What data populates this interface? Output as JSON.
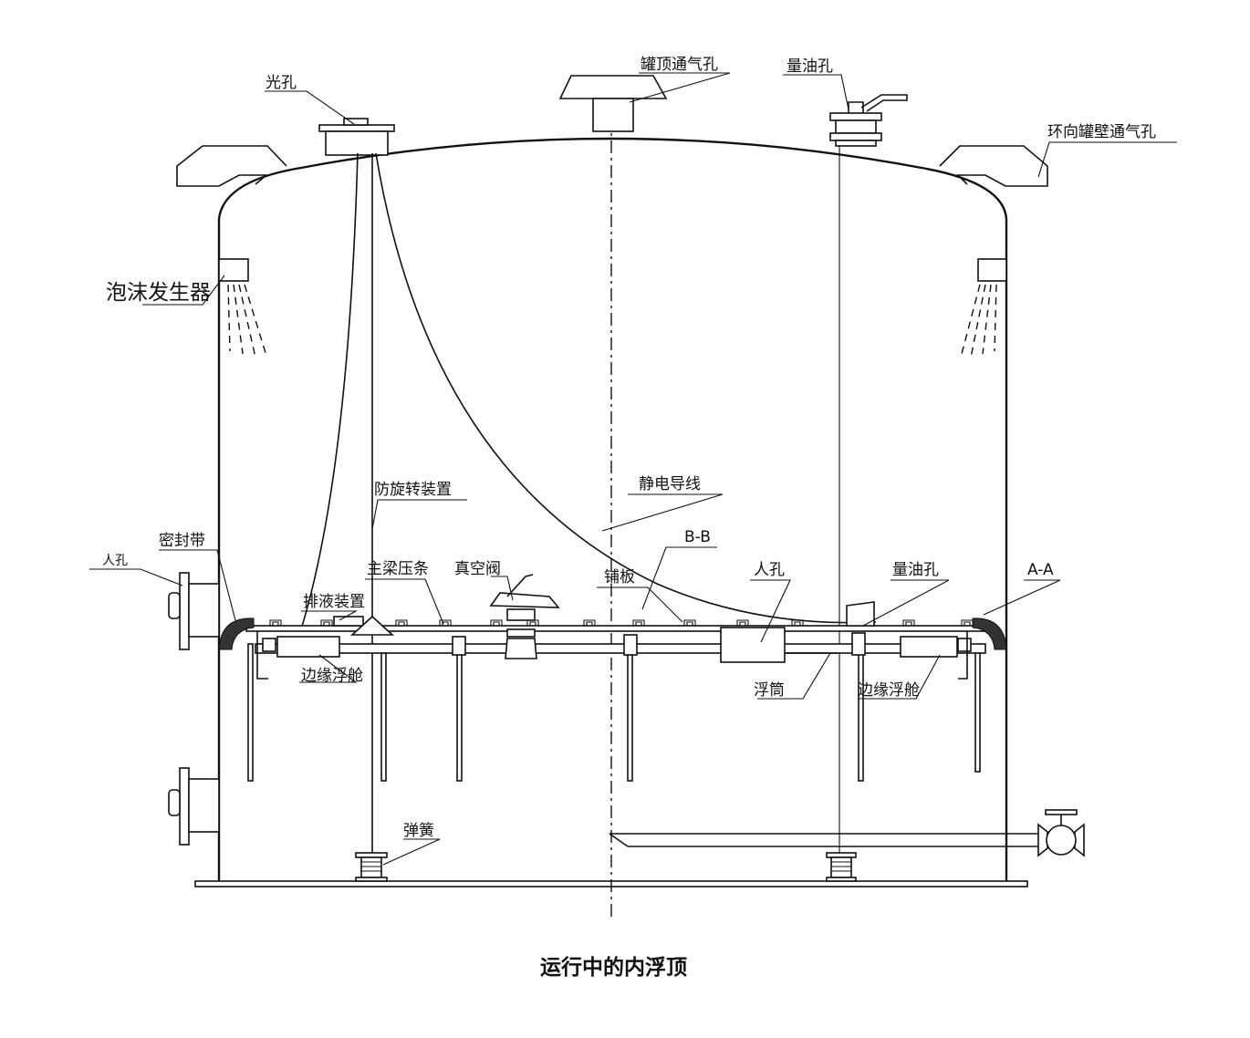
{
  "caption": "运行中的内浮顶",
  "labels": {
    "light_hole": "光孔",
    "roof_vent": "罐顶通气孔",
    "gauge_hole_top": "量油孔",
    "ring_vent": "环向罐壁通气孔",
    "foam_generator": "泡沫发生器",
    "anti_rotation": "防旋转装置",
    "static_wire": "静电导线",
    "seal_belt": "密封带",
    "manhole_shell": "人孔",
    "bb": "B-B",
    "main_beam": "主梁压条",
    "vacuum_valve": "真空阀",
    "deck_plate": "铺板",
    "manhole_deck": "人孔",
    "gauge_hole_deck": "量油孔",
    "aa": "A-A",
    "drain": "排液装置",
    "rim_pontoon_left": "边缘浮舱",
    "float_tube": "浮筒",
    "rim_pontoon_right": "边缘浮舱",
    "spring": "弹簧"
  }
}
